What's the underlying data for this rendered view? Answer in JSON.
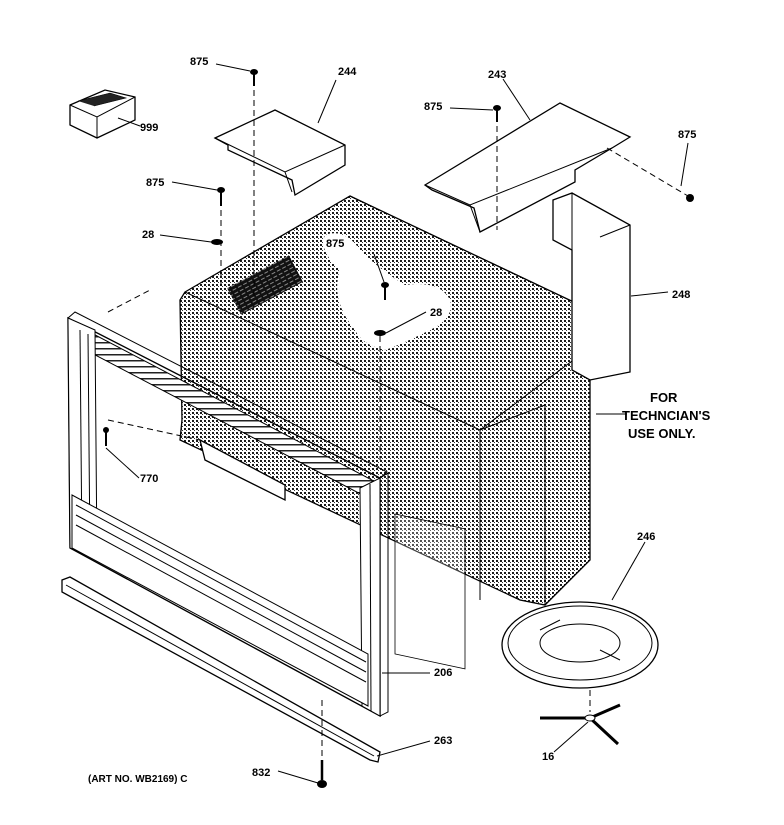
{
  "labels": {
    "p875_top": "875",
    "p244": "244",
    "p243": "243",
    "p875_mid": "875",
    "p875_right": "875",
    "p999": "999",
    "p875_left": "875",
    "p28_left": "28",
    "p875_center": "875",
    "p28_center": "28",
    "p248": "248",
    "p770": "770",
    "p246": "246",
    "p206": "206",
    "p263": "263",
    "p832": "832",
    "p16": "16"
  },
  "note": {
    "line1": "FOR",
    "line2": "TECHNCIAN'S",
    "line3": "USE ONLY."
  },
  "art_no": "(ART NO. WB2169) C"
}
